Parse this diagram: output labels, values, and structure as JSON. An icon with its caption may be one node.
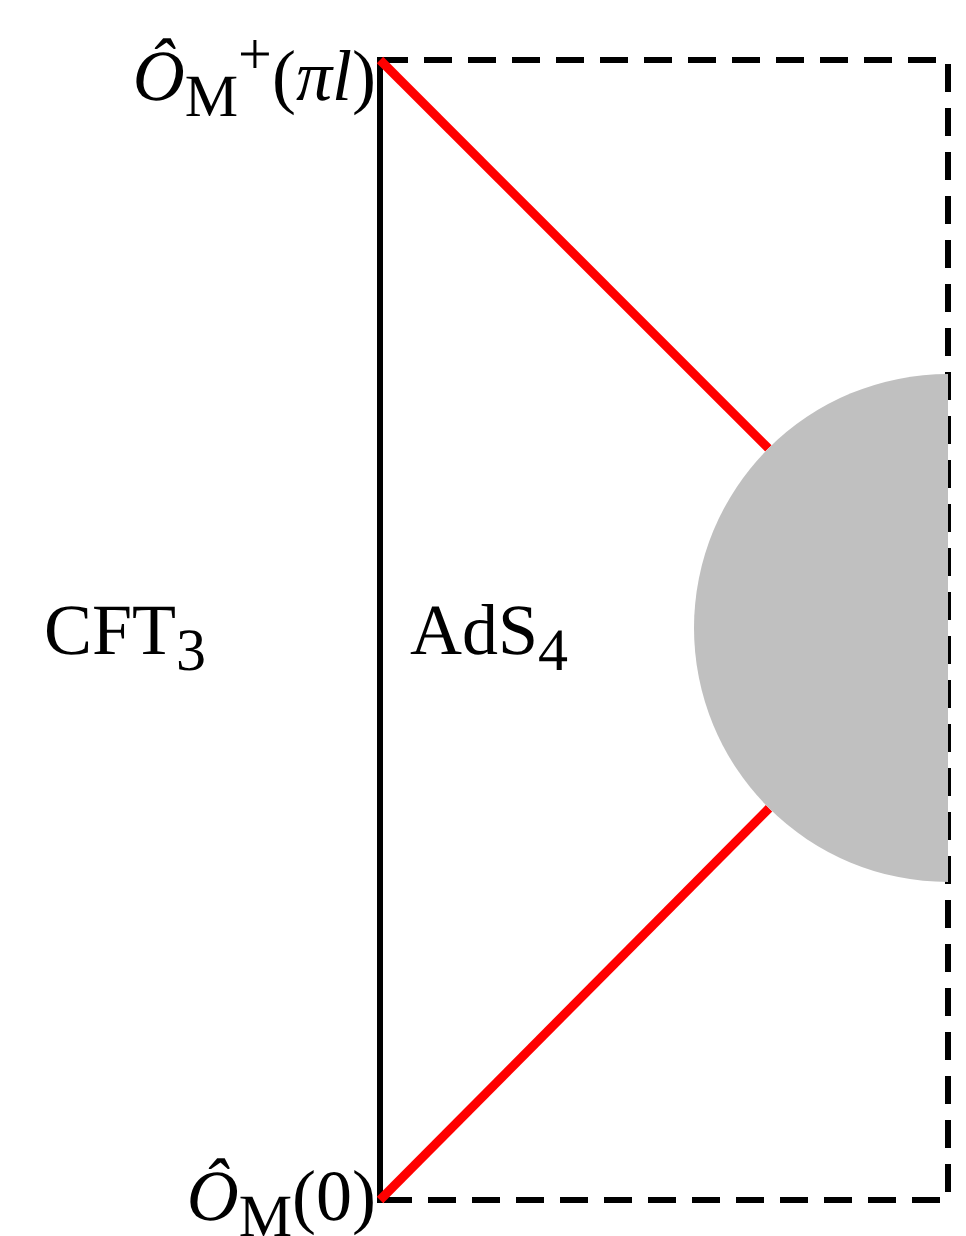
{
  "diagram": {
    "nodes": [
      {
        "text": [
          "*Ô*$_{M}$$^{+}$(*πl*)"
        ]
      },
      {
        "text": [
          "*Ô*$_{M}$(0)"
        ]
      },
      {
        "text": [],
        "shape": "circle"
      }
    ],
    "edges": [
      {
        "from": 0,
        "to": 2,
        "arrow": "none",
        "color": "#ff0000"
      },
      {
        "from": 1,
        "to": 2,
        "arrow": "none",
        "color": "#ff0000"
      }
    ],
    "labels": [
      "CFT$_{3}$",
      "AdS$_{4}$"
    ]
  }
}
